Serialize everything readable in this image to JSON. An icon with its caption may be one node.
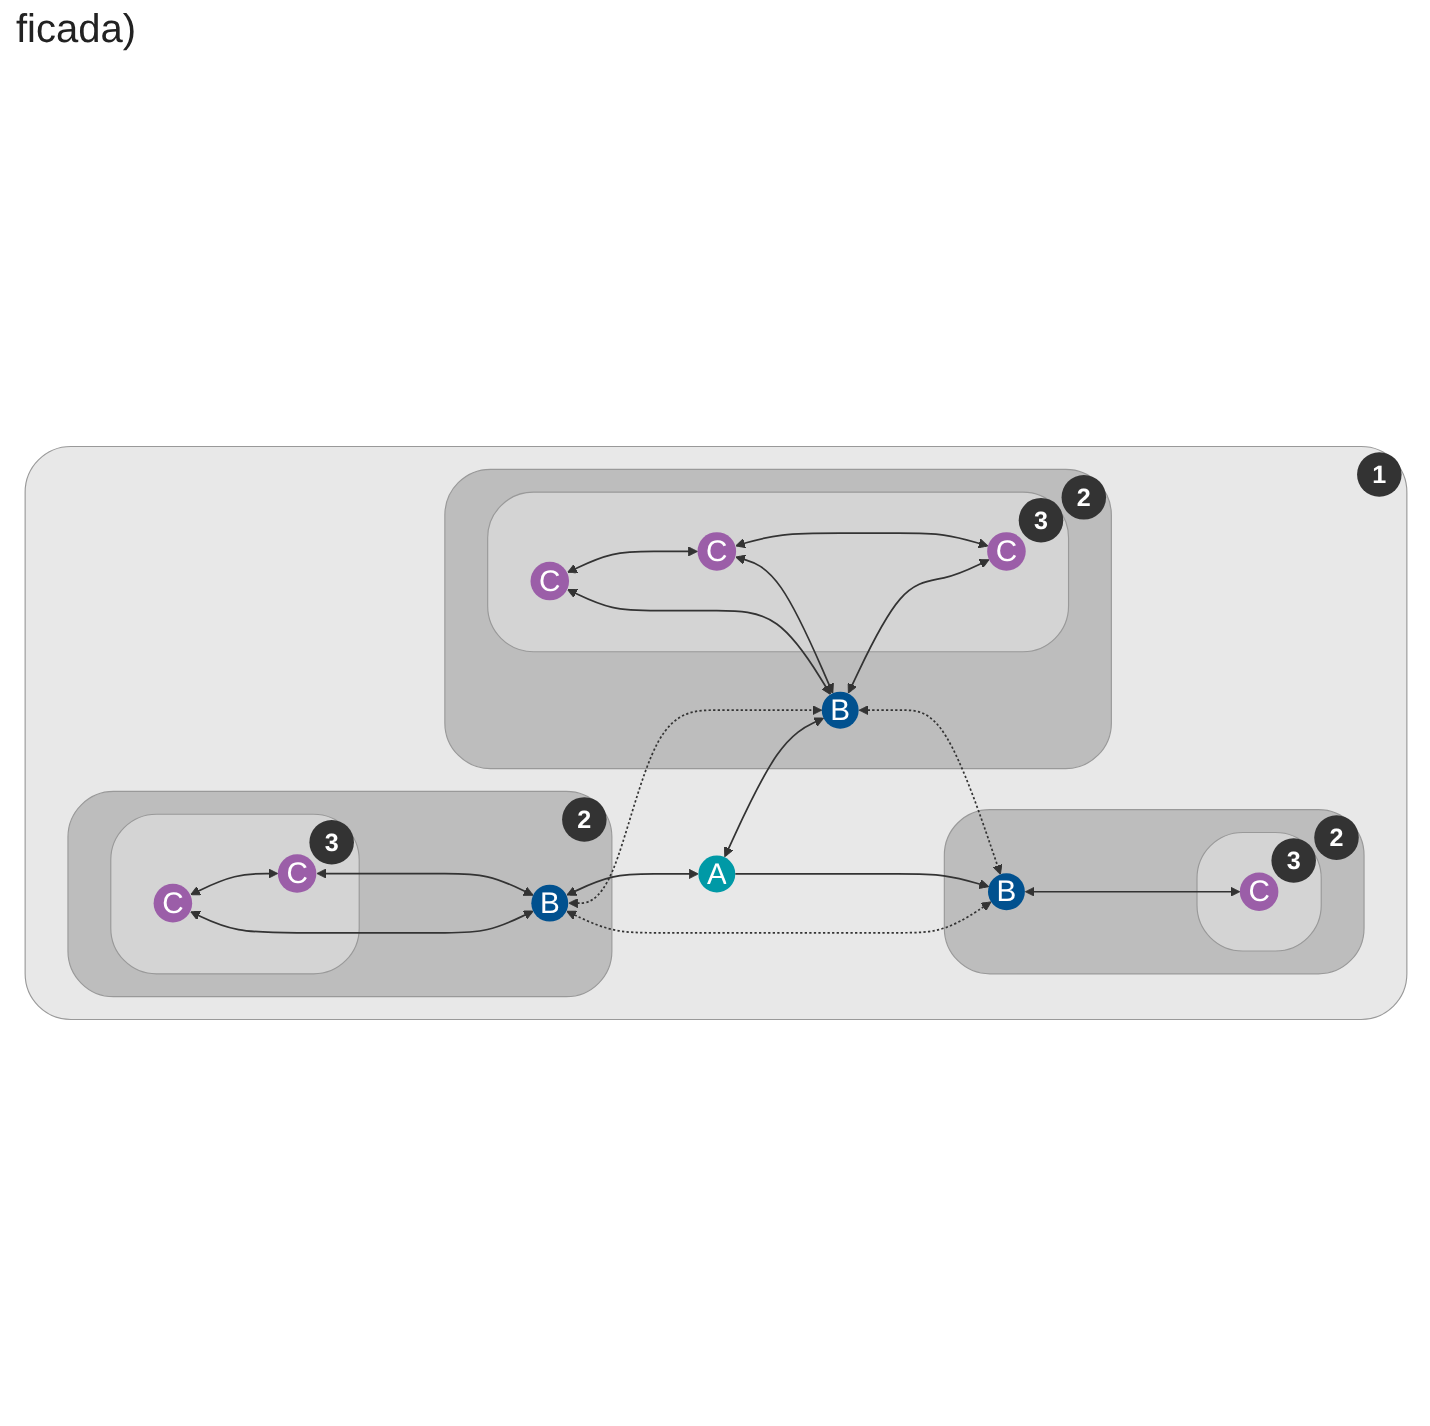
{
  "diagram": {
    "nodes": [
      {
        "text": [
          "1"
        ]
      },
      {
        "text": [
          "2"
        ],
        "in": 0
      },
      {
        "text": [
          "3"
        ],
        "in": 1
      },
      {
        "text": [
          "C"
        ],
        "in": 2
      },
      {
        "text": [
          "C"
        ],
        "in": 2
      },
      {
        "text": [
          "C"
        ],
        "in": 2
      },
      {
        "text": [
          "B"
        ],
        "in": 1
      },
      {
        "text": [
          "2"
        ],
        "in": 0
      },
      {
        "text": [
          "3"
        ],
        "in": 7
      },
      {
        "text": [
          "C"
        ],
        "in": 8
      },
      {
        "text": [
          "C"
        ],
        "in": 8
      },
      {
        "text": [
          "B"
        ],
        "in": 7
      },
      {
        "text": [
          "A"
        ],
        "in": 0
      },
      {
        "text": [
          "2"
        ],
        "in": 0
      },
      {
        "text": [
          "B"
        ],
        "in": 13
      },
      {
        "text": [
          "3"
        ],
        "in": 13
      },
      {
        "text": [
          "C"
        ],
        "in": 15
      }
    ],
    "edges": [
      {
        "from": 3,
        "to": 4,
        "arrow": "both"
      },
      {
        "from": 4,
        "to": 5,
        "arrow": "both"
      },
      {
        "from": 3,
        "to": 6,
        "arrow": "both"
      },
      {
        "from": 4,
        "to": 6,
        "arrow": "both"
      },
      {
        "from": 6,
        "to": 5,
        "arrow": "both"
      },
      {
        "from": 9,
        "to": 10,
        "arrow": "both"
      },
      {
        "from": 9,
        "to": 11,
        "arrow": "both"
      },
      {
        "from": 10,
        "to": 11,
        "arrow": "both"
      },
      {
        "from": 11,
        "to": 12,
        "arrow": "both"
      },
      {
        "from": 12,
        "to": 6,
        "arrow": "both"
      },
      {
        "from": 12,
        "to": 14,
        "arrow": "to"
      },
      {
        "from": 11,
        "to": 6,
        "arrow": "both",
        "style": "dashed"
      },
      {
        "from": 11,
        "to": 14,
        "arrow": "both",
        "style": "dashed"
      },
      {
        "from": 6,
        "to": 14,
        "arrow": "both",
        "style": "dashed"
      },
      {
        "from": 14,
        "to": 16,
        "arrow": "both"
      }
    ],
    "labels": [
      "ficada)"
    ]
  }
}
